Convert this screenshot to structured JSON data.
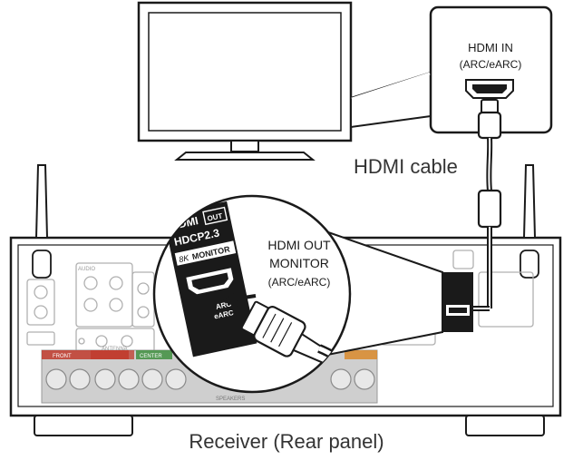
{
  "tv_input": {
    "title": "HDMI IN",
    "subtitle": "(ARC/eARC)"
  },
  "cable": {
    "label": "HDMI cable"
  },
  "zoom_port": {
    "panel_text_hdmi": "HDMI",
    "panel_text_out": "OUT",
    "panel_text_hdcp": "HDCP2.3",
    "panel_text_8k": "8K",
    "panel_text_monitor": "MONITOR",
    "panel_text_arc": "ARC",
    "panel_text_earc": "eARC",
    "label_line1": "HDMI OUT",
    "label_line2": "MONITOR",
    "label_line3": "(ARC/eARC)"
  },
  "receiver": {
    "caption": "Receiver (Rear panel)",
    "tag_audio": "AUDIO",
    "tag_antenna": "ANTENNA",
    "tag_front": "FRONT",
    "tag_center": "CENTER",
    "tag_speakers": "SPEAKERS"
  },
  "colors": {
    "line": "#1a1a1a",
    "panel_gray": "#bdbdbd",
    "speaker_red": "#c0392b",
    "speaker_green": "#3f8f3f",
    "speaker_orange": "#d98a2b"
  }
}
